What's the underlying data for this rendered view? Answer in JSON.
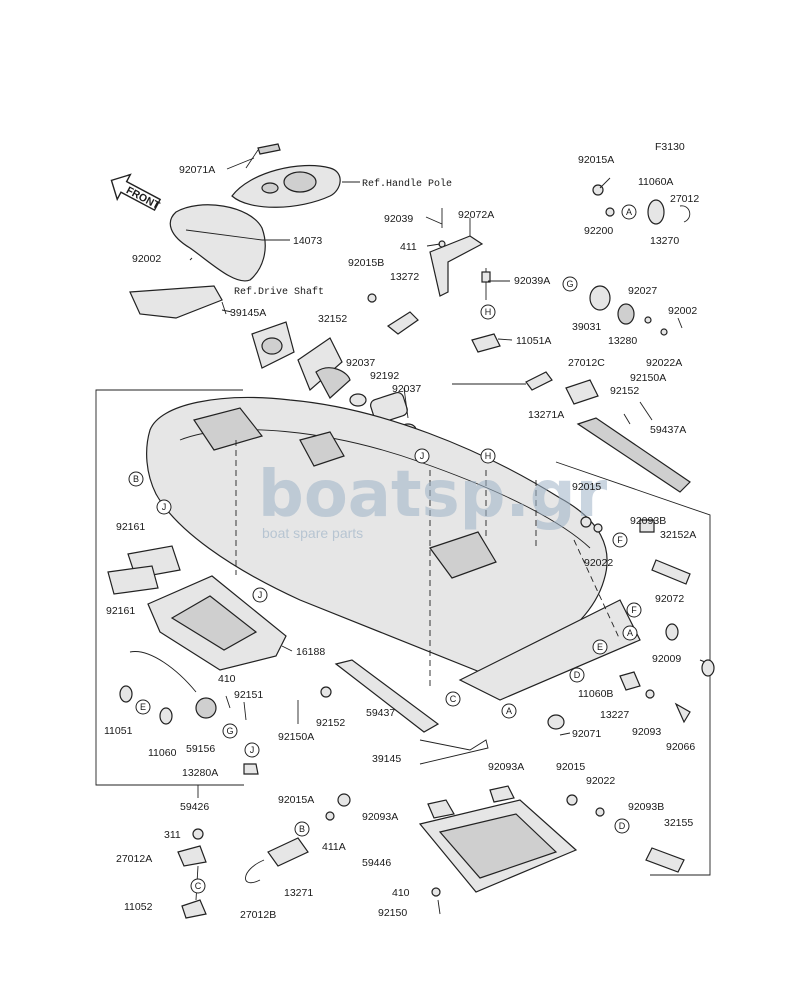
{
  "diagram_code": "F3130",
  "references": {
    "handle_pole": "Ref.Handle Pole",
    "drive_shaft": "Ref.Drive Shaft",
    "front": "FRONT"
  },
  "watermark": {
    "brand": "boatsp.gr",
    "tagline": "boat spare parts"
  },
  "parts": [
    "92071A",
    "14073",
    "92002",
    "39145A",
    "32152",
    "92037",
    "92192",
    "92037",
    "92039",
    "411",
    "92072A",
    "92015B",
    "13272",
    "92039A",
    "11051A",
    "92015A",
    "11060A",
    "27012",
    "92200",
    "13270",
    "39031",
    "92027",
    "92002",
    "13280",
    "92022A",
    "27012C",
    "92150A",
    "13271A",
    "92152",
    "59437A",
    "92015",
    "92093B",
    "32152A",
    "92022",
    "92072",
    "92009",
    "11060B",
    "13227",
    "92093",
    "92066",
    "92071",
    "92161",
    "92161",
    "16188",
    "410",
    "92151",
    "11051",
    "11060",
    "59156",
    "13280A",
    "59426",
    "92150A",
    "92152",
    "59437",
    "39145",
    "92015A",
    "411A",
    "92093A",
    "92093A",
    "311",
    "27012A",
    "11052",
    "13271",
    "27012B",
    "59446",
    "410",
    "92150",
    "92015",
    "92022",
    "92093B",
    "32155"
  ],
  "callouts": [
    "A",
    "B",
    "C",
    "D",
    "E",
    "F",
    "G",
    "H",
    "J"
  ]
}
